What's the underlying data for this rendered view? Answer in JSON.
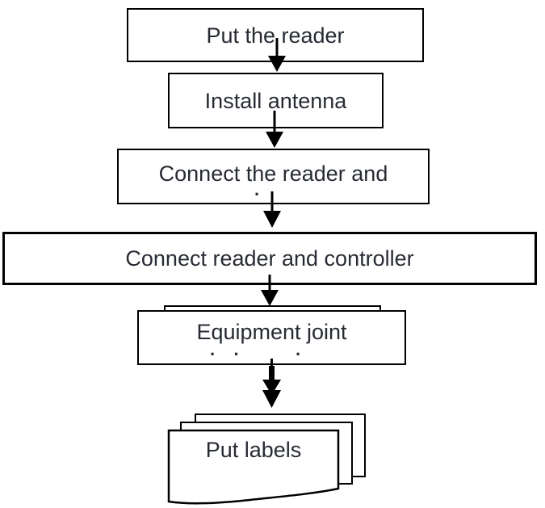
{
  "diagram": {
    "type": "flowchart",
    "direction": "top-down",
    "nodes": {
      "put_reader": {
        "label": "Put the reader",
        "shape": "rectangle"
      },
      "install_antenna": {
        "label": "Install antenna",
        "shape": "rectangle"
      },
      "connect_reader_antenna": {
        "label": "Connect the reader and",
        "clipped_line": "·",
        "shape": "rectangle"
      },
      "connect_reader_controller": {
        "label": "Connect reader and controller",
        "shape": "rectangle"
      },
      "equipment_joint": {
        "label": "Equipment joint",
        "clipped_line_left": "· ·",
        "clipped_line_right": "·",
        "shape": "stacked-rectangle"
      },
      "put_labels": {
        "label": "Put labels",
        "shape": "document-stack"
      }
    },
    "edges": [
      {
        "from": "put_reader",
        "to": "install_antenna",
        "style": "arrow-down"
      },
      {
        "from": "install_antenna",
        "to": "connect_reader_antenna",
        "style": "arrow-down"
      },
      {
        "from": "connect_reader_antenna",
        "to": "connect_reader_controller",
        "style": "arrow-down"
      },
      {
        "from": "connect_reader_controller",
        "to": "equipment_joint",
        "style": "arrow-down"
      },
      {
        "from": "equipment_joint",
        "to": "put_labels",
        "style": "thick-double-arrow-down"
      }
    ],
    "colors": {
      "border": "#000000",
      "text": "#272b33",
      "background": "#ffffff"
    }
  }
}
